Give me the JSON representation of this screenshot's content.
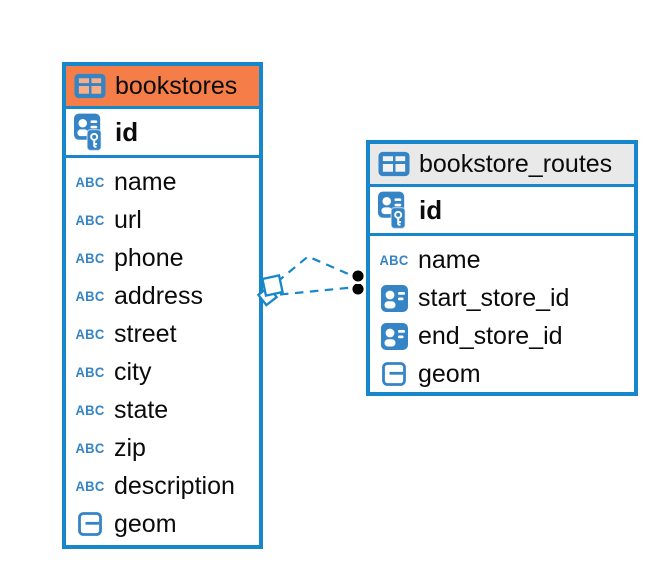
{
  "colors": {
    "accent-blue": "#1787cb",
    "icon-blue": "#3584c6",
    "header-orange": "#f57e48",
    "header-gray": "#e9e9e9",
    "row-bg": "#ffffff",
    "text": "#0b0b0b",
    "dot-black": "#000000"
  },
  "icons": {
    "text_type_label": "ABC"
  },
  "tables": [
    {
      "name": "bookstores",
      "header_style": "orange",
      "primary_key": {
        "label": "id"
      },
      "columns": [
        {
          "label": "name",
          "type": "text"
        },
        {
          "label": "url",
          "type": "text"
        },
        {
          "label": "phone",
          "type": "text"
        },
        {
          "label": "address",
          "type": "text"
        },
        {
          "label": "street",
          "type": "text"
        },
        {
          "label": "city",
          "type": "text"
        },
        {
          "label": "state",
          "type": "text"
        },
        {
          "label": "zip",
          "type": "text"
        },
        {
          "label": "description",
          "type": "text"
        },
        {
          "label": "geom",
          "type": "geometry"
        }
      ]
    },
    {
      "name": "bookstore_routes",
      "header_style": "gray",
      "primary_key": {
        "label": "id"
      },
      "columns": [
        {
          "label": "name",
          "type": "text"
        },
        {
          "label": "start_store_id",
          "type": "reference"
        },
        {
          "label": "end_store_id",
          "type": "reference"
        },
        {
          "label": "geom",
          "type": "geometry"
        }
      ]
    }
  ],
  "relationships": [
    {
      "from": "bookstore_routes.start_store_id",
      "to": "bookstores.id",
      "line_style": "dashed"
    },
    {
      "from": "bookstore_routes.end_store_id",
      "to": "bookstores.id",
      "line_style": "dashed"
    }
  ]
}
